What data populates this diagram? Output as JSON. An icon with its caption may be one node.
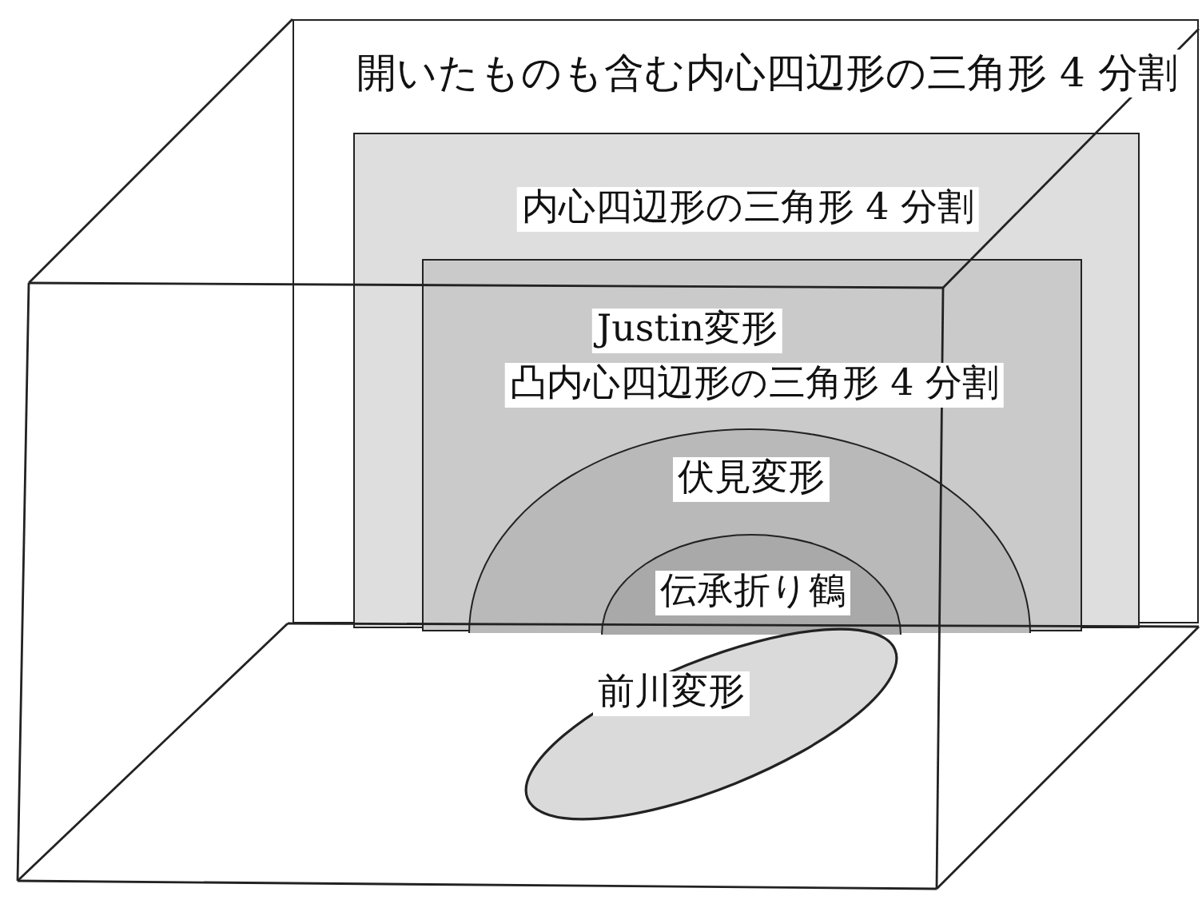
{
  "diagram": {
    "nodes": [
      {
        "text": [
          "開いたものも含む内心四辺形の三角形 4 分割"
        ]
      },
      {
        "text": [
          "内心四辺形の三角形 4 分割"
        ],
        "in": 0
      },
      {
        "text": [
          "Justin変形",
          "凸内心四辺形の三角形 4 分割"
        ],
        "in": 1
      },
      {
        "text": [
          "伏見変形"
        ],
        "in": 2
      },
      {
        "text": [
          "伝承折り鶴"
        ],
        "in": 3
      },
      {
        "text": [
          "前川変形"
        ]
      }
    ]
  }
}
